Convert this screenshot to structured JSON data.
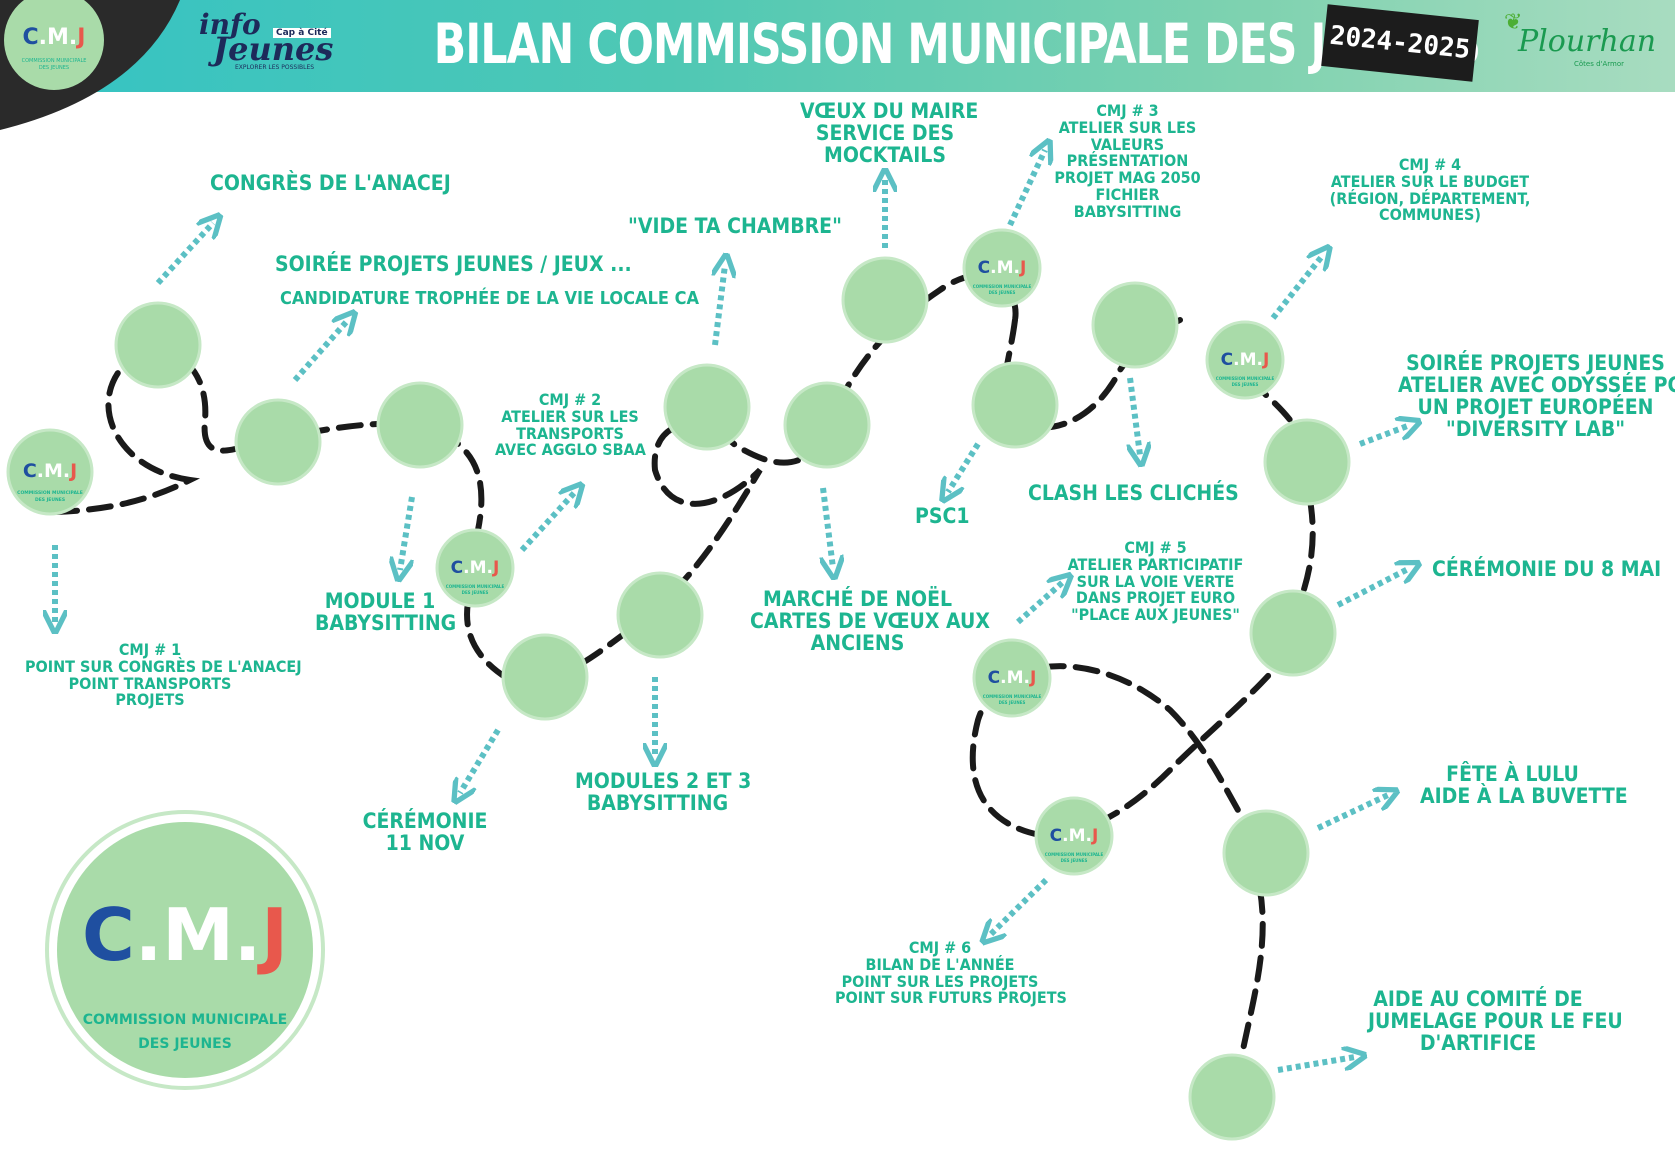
{
  "header": {
    "title": "BILAN COMMISSION MUNICIPALE DES JEUNES",
    "year": "2024-2025",
    "infojeunes": {
      "info": "info",
      "jeunes": "Jeunes",
      "cap": "Cap à Cité",
      "tagline": "EXPLORER LES POSSIBLES"
    },
    "town": {
      "name": "Plourhan",
      "region": "Côtes d'Armor"
    }
  },
  "logo": {
    "letters": [
      "C",
      ".",
      "M",
      ".",
      "J"
    ],
    "subtitle_line1": "COMMISSION MUNICIPALE",
    "subtitle_line2": "DES JEUNES",
    "colors": {
      "c": "#1f4fa0",
      "m": "#ffffff",
      "j": "#e8584c"
    }
  },
  "colors": {
    "header_teal": "#34c3c4",
    "stop_green": "#a9dba9",
    "label_green": "#1db590",
    "arrow_teal": "#5cc0c4",
    "path_black": "#1a1a1a"
  },
  "labels": {
    "congres": "CONGRÈS DE L'ANACEJ",
    "soiree1_l1": "SOIRÉE PROJETS JEUNES / JEUX ...",
    "soiree1_l2": "CANDIDATURE TROPHÉE DE LA VIE LOCALE CA",
    "cmj1": "CMJ # 1\nPOINT SUR CONGRÈS DE L'ANACEJ\nPOINT TRANSPORTS\nPROJETS",
    "module1": "MODULE 1\nBABYSITTING",
    "cmj2": "CMJ # 2\nATELIER SUR LES\nTRANSPORTS\nAVEC AGGLO SBAA",
    "ceremonie11": "CÉRÉMONIE\n11 NOV",
    "modules23": "MODULES 2 ET 3\nBABYSITTING",
    "vide": "\"VIDE TA CHAMBRE\"",
    "voeux": "VŒUX DU MAIRE\nSERVICE DES\nMOCKTAILS",
    "marche": "MARCHÉ DE NOËL\nCARTES DE VŒUX AUX\nANCIENS",
    "cmj3": "CMJ # 3\nATELIER SUR LES\nVALEURS\nPRÉSENTATION\nPROJET MAG 2050\nFICHIER\nBABYSITTING",
    "psc1": "PSC1",
    "clash": "CLASH LES CLICHÉS",
    "cmj4": "CMJ # 4\nATELIER SUR LE BUDGET\n(RÉGION, DÉPARTEMENT,\nCOMMUNES)",
    "soiree2": "SOIRÉE PROJETS JEUNES\nATELIER AVEC ODYSSÉE POUR\nUN PROJET EUROPÉEN\n\"DIVERSITY LAB\"",
    "ceremonie8": "CÉRÉMONIE DU 8 MAI",
    "cmj5": "CMJ # 5\nATELIER PARTICIPATIF\nSUR LA VOIE VERTE\nDANS PROJET EURO\n\"PLACE AUX JEUNES\"",
    "fete": "FÊTE À LULU\nAIDE À LA BUVETTE",
    "cmj6": "CMJ # 6\nBILAN DE L'ANNÉE\nPOINT SUR LES PROJETS\nPOINT SUR FUTURS PROJETS",
    "jumelage": "AIDE AU COMITÉ DE\nJUMELAGE POUR LE FEU\nD'ARTIFICE"
  }
}
